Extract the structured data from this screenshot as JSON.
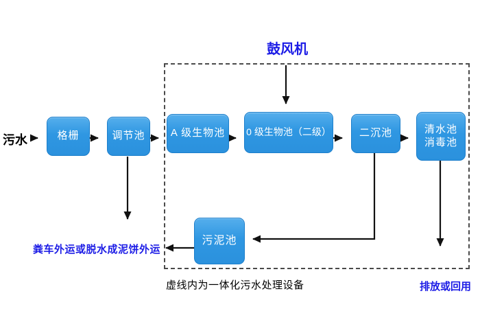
{
  "diagram": {
    "title_hint": "integrated wastewater treatment process flow",
    "source_label": "污水",
    "blower_label": "鼓风机",
    "nodes": {
      "grid": "格栅",
      "regulating_tank": "调节池",
      "a_bio_tank": "A 级生物池",
      "o_bio_tank": "0 级生物池（二级）",
      "secondary_sedimentation_tank": "二沉池",
      "clear_water_tank_line1": "清水池",
      "clear_water_tank_line2": "消毒池",
      "sludge_tank": "污泥池"
    },
    "outputs": {
      "sludge_disposal": "粪车外运或脱水成泥饼外运",
      "discharge": "排放或回用"
    },
    "dashed_box_caption": "虚线内为一体化污水处理设备",
    "colors": {
      "box_fill": "#2E96E0",
      "box_border": "#1B7ECB",
      "box_text": "#FFFFFF",
      "label_blue": "#1C1CE6",
      "text_black": "#000000",
      "arrow": "#111111",
      "dashed_border": "#4A4A4A"
    }
  }
}
